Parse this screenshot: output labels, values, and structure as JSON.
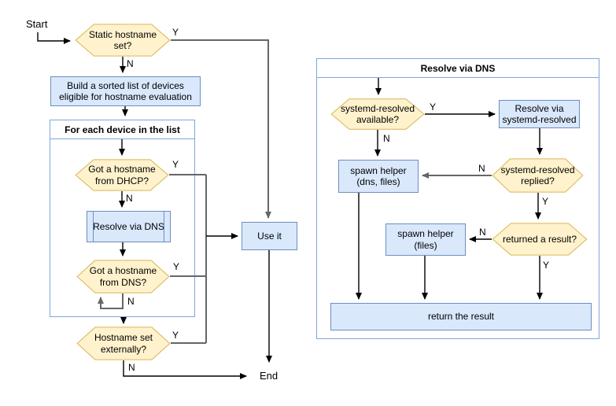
{
  "diagram": {
    "start_label": "Start",
    "end_label": "End",
    "labels": {
      "yes": "Y",
      "no": "N"
    },
    "main": {
      "static_hostname": "Static hostname set?",
      "build_list": "Build a sorted list of devices eligible for hostname evaluation",
      "loop_title": "For each device in the list",
      "got_dhcp": "Got a hostname from DHCP?",
      "resolve_subprocess": "Resolve via DNS",
      "got_dns": "Got a hostname from DNS?",
      "hostname_external": "Hostname set externally?",
      "use_it": "Use it"
    },
    "dns_panel": {
      "container_title": "Resolve via DNS",
      "resolved_available": "systemd-resolved available?",
      "resolve_via_resolved": "Resolve via systemd-resolved",
      "spawn_helper_dns_files": "spawn helper (dns, files)",
      "resolved_replied": "systemd-resolved replied?",
      "spawn_helper_files": "spawn helper (files)",
      "returned_result": "returned a result?",
      "return_result": "return the result"
    },
    "colors": {
      "decision_fill": "#fff2cc",
      "decision_stroke": "#d6b656",
      "process_fill": "#dae8fc",
      "process_stroke": "#6c8ebf",
      "container_stroke": "#7ea6e0",
      "edge_dark": "#000000",
      "edge_gray": "#666666"
    }
  }
}
